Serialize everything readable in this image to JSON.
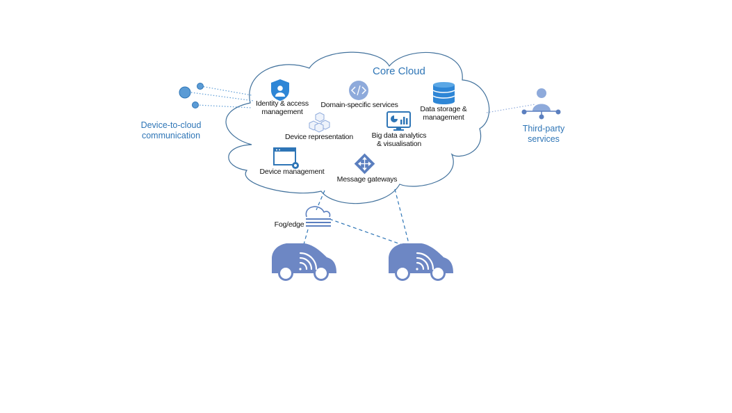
{
  "cloud": {
    "title": "Core Cloud"
  },
  "services": {
    "identity": {
      "line1": "Identity & access",
      "line2": "management"
    },
    "domain": {
      "label": "Domain-specific services"
    },
    "storage": {
      "line1": "Data storage &",
      "line2": "management"
    },
    "representation": {
      "label": "Device representation"
    },
    "analytics": {
      "line1": "Big data analytics",
      "line2": "& visualisation"
    },
    "device_mgmt": {
      "label": "Device management"
    },
    "gateways": {
      "label": "Message gateways"
    }
  },
  "fog": {
    "label": "Fog/edge"
  },
  "device_to_cloud": {
    "line1": "Device-to-cloud",
    "line2": "communication"
  },
  "third_party": {
    "line1": "Third-party",
    "line2": "services"
  },
  "colors": {
    "accent": "#2e75b6",
    "icon_blue": "#5b7fbf",
    "cloud_stroke": "#41719c",
    "light_blue": "#8eaadb"
  }
}
